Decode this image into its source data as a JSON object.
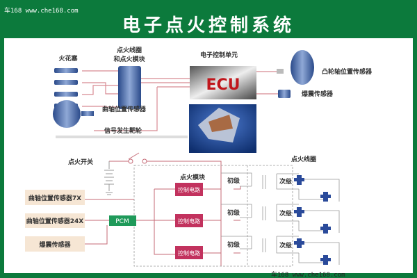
{
  "watermark_top": "车168 www.che168.com",
  "watermark_bottom": "车168 www.che168.com",
  "title": "电子点火控制系统",
  "top": {
    "spark_plug": "火花塞",
    "coil_line1": "点火线圈",
    "coil_line2": "和点火模块",
    "ecu_title": "电子控制单元",
    "ecu": "ECU",
    "cam_sensor": "凸轮轴位置传感器",
    "knock_sensor": "爆震传感器",
    "crank_sensor": "曲轴位置传感器",
    "reluctor": "信号发生靶轮"
  },
  "bottom": {
    "ignition_switch": "点火开关",
    "ignition_coil": "点火线圈",
    "ignition_module": "点火模块",
    "control_circuit": "控制电路",
    "primary": "初级",
    "secondary": "次级",
    "pcm": "PCM",
    "sensors": [
      "曲轴位置传感器7X",
      "曲轴位置传感器24X",
      "爆震传感器"
    ]
  },
  "colors": {
    "border": "#0c7a3c",
    "control": "#c2325e",
    "pcm": "#1f9a5a",
    "sensor_box": "#f6e6d4",
    "ecu_text": "#c0161c"
  }
}
